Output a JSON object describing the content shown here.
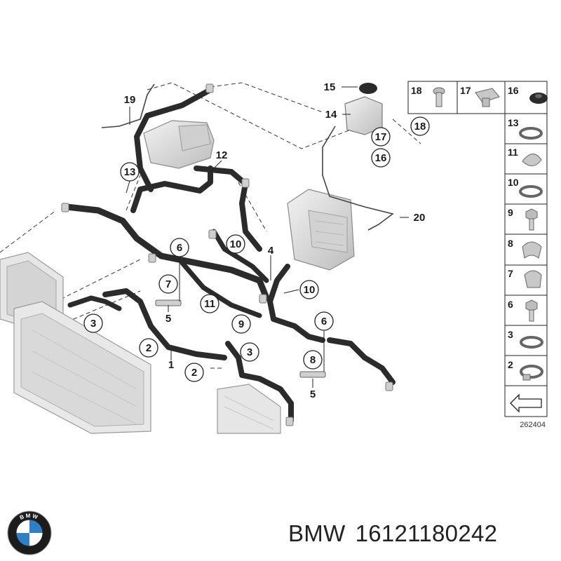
{
  "callouts": [
    {
      "id": "c19",
      "label": "19"
    },
    {
      "id": "c15",
      "label": "15"
    },
    {
      "id": "c14",
      "label": "14"
    },
    {
      "id": "c17a",
      "label": "17"
    },
    {
      "id": "c16a",
      "label": "16"
    },
    {
      "id": "c18a",
      "label": "18"
    },
    {
      "id": "c12",
      "label": "12"
    },
    {
      "id": "c13",
      "label": "13"
    },
    {
      "id": "c20",
      "label": "20"
    },
    {
      "id": "c6a",
      "label": "6"
    },
    {
      "id": "c10a",
      "label": "10"
    },
    {
      "id": "c4",
      "label": "4"
    },
    {
      "id": "c7",
      "label": "7"
    },
    {
      "id": "c10b",
      "label": "10"
    },
    {
      "id": "c11",
      "label": "11"
    },
    {
      "id": "c5a",
      "label": "5"
    },
    {
      "id": "c3a",
      "label": "3"
    },
    {
      "id": "c9",
      "label": "9"
    },
    {
      "id": "c6b",
      "label": "6"
    },
    {
      "id": "c2a",
      "label": "2"
    },
    {
      "id": "c3b",
      "label": "3"
    },
    {
      "id": "c1",
      "label": "1"
    },
    {
      "id": "c8",
      "label": "8"
    },
    {
      "id": "c2b",
      "label": "2"
    },
    {
      "id": "c5b",
      "label": "5"
    }
  ],
  "parts_panel": {
    "top_row": [
      "18",
      "17",
      "16"
    ],
    "column": [
      "13",
      "11",
      "10",
      "9",
      "8",
      "7",
      "6",
      "3",
      "2"
    ]
  },
  "diagram_code": "262404",
  "caption": {
    "brand": "BMW",
    "part_number": "16121180242"
  },
  "logo": {
    "letters": "BMW",
    "colors": {
      "ring": "#1c1c1c",
      "blue": "#2f7fc4",
      "white": "#ffffff"
    }
  }
}
